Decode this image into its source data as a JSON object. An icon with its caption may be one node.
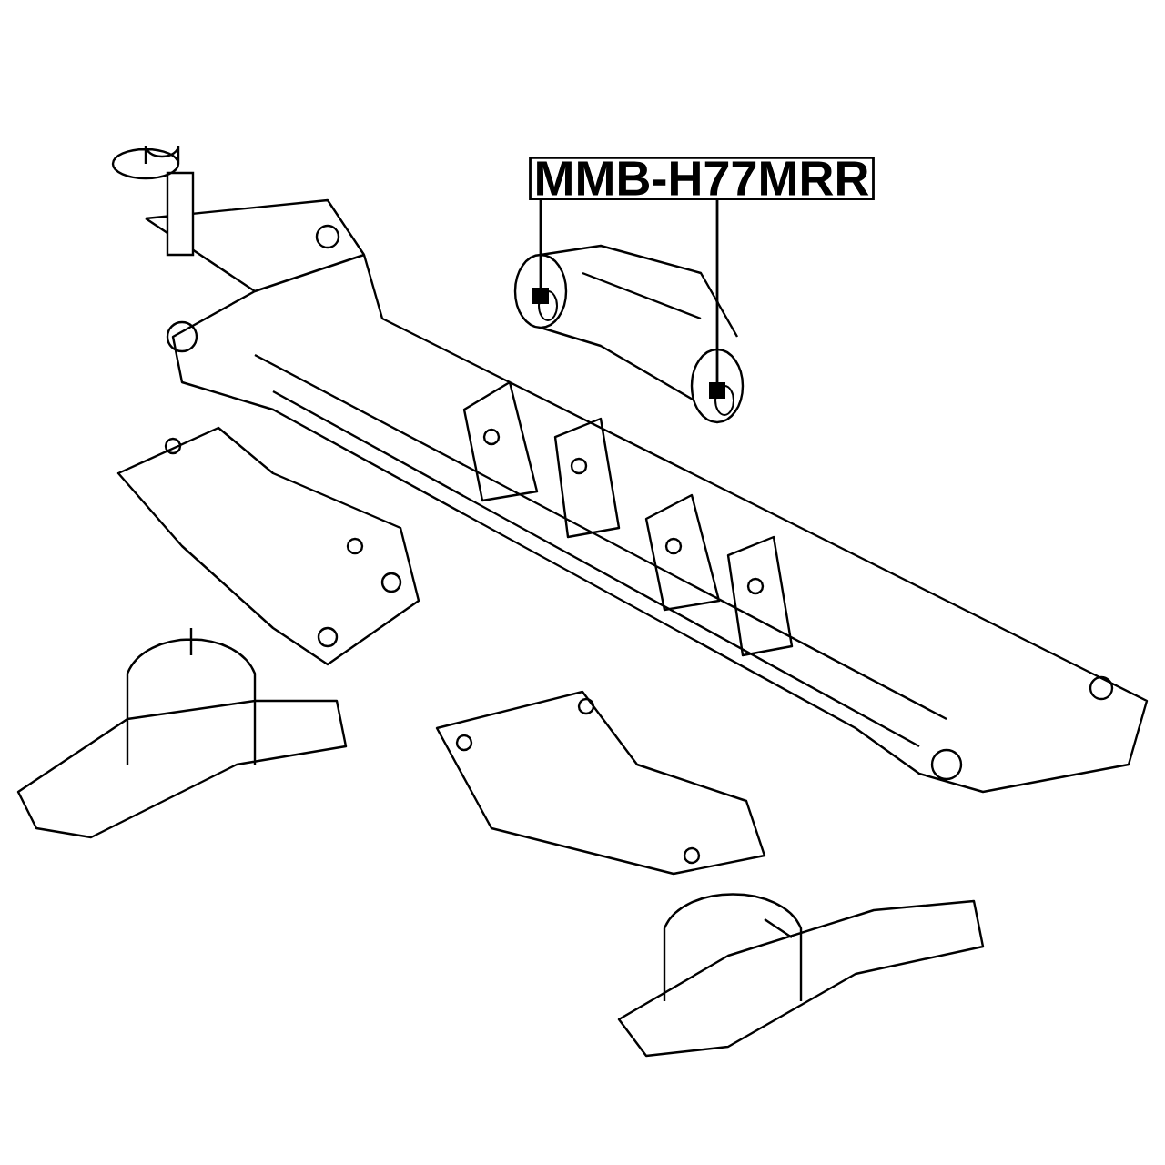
{
  "diagram": {
    "nodes": [
      {
        "text": [
          "MMB-H77MRR"
        ]
      },
      {
        "text": [],
        "shape": "picture"
      },
      {
        "text": [],
        "shape": "picture"
      }
    ],
    "edges": [
      {
        "from": 0,
        "to": 1,
        "arrow": "other"
      },
      {
        "from": 0,
        "to": 2,
        "arrow": "other"
      }
    ]
  }
}
